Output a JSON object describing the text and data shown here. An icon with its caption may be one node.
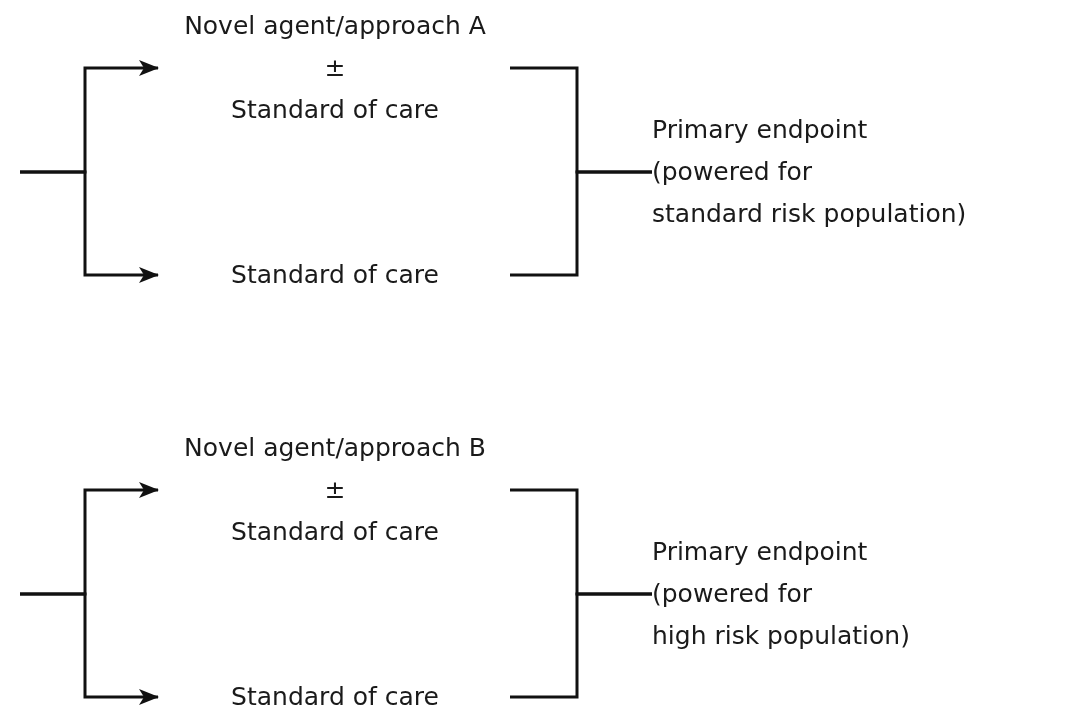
{
  "diagram": {
    "nodes": [
      {
        "text": [
          "Novel agent/approach A",
          "±",
          "Standard of care"
        ]
      },
      {
        "text": [
          "Standard of care"
        ]
      },
      {
        "text": [
          "Primary endpoint",
          "(powered for",
          "standard risk population)"
        ]
      },
      {
        "text": [
          "Novel agent/approach B",
          "±",
          "Standard of care"
        ]
      },
      {
        "text": [
          "Standard of care"
        ]
      },
      {
        "text": [
          "Primary endpoint",
          "(powered for",
          "high risk population)"
        ]
      }
    ],
    "edges": [
      {
        "from": null,
        "to": 0,
        "arrow": "to"
      },
      {
        "from": null,
        "to": 1,
        "arrow": "to"
      },
      {
        "from": 0,
        "to": 2,
        "arrow": "none"
      },
      {
        "from": 1,
        "to": 2,
        "arrow": "none"
      },
      {
        "from": null,
        "to": 3,
        "arrow": "to"
      },
      {
        "from": null,
        "to": 4,
        "arrow": "to"
      },
      {
        "from": 3,
        "to": 5,
        "arrow": "none"
      },
      {
        "from": 4,
        "to": 5,
        "arrow": "none"
      }
    ]
  }
}
